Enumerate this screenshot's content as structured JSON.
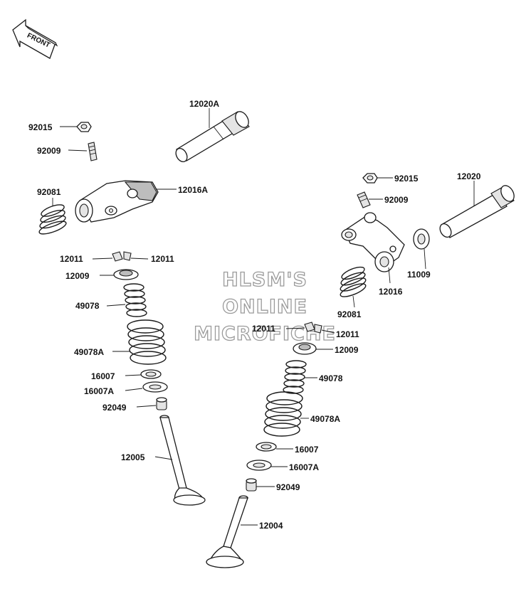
{
  "orientation": {
    "label": "FRONT"
  },
  "watermark": {
    "line1": "HLSM'S",
    "line2": "ONLINE",
    "line3": "MICROFICHE"
  },
  "callouts": {
    "c12020A": "12020A",
    "c92015L": "92015",
    "c92009L": "92009",
    "c92081L": "92081",
    "c12016A": "12016A",
    "c12011La": "12011",
    "c12011Lb": "12011",
    "c12009L": "12009",
    "c49078L": "49078",
    "c49078AL": "49078A",
    "c16007L": "16007",
    "c16007AL": "16007A",
    "c92049L": "92049",
    "c12005": "12005",
    "c92015R": "92015",
    "c92009R": "92009",
    "c12020": "12020",
    "c11009": "11009",
    "c12016": "12016",
    "c92081R": "92081",
    "c12011Ra": "12011",
    "c12011Rb": "12011",
    "c12009R": "12009",
    "c49078R": "49078",
    "c49078AR": "49078A",
    "c16007R": "16007",
    "c16007AR": "16007A",
    "c92049R": "92049",
    "c12004": "12004"
  }
}
